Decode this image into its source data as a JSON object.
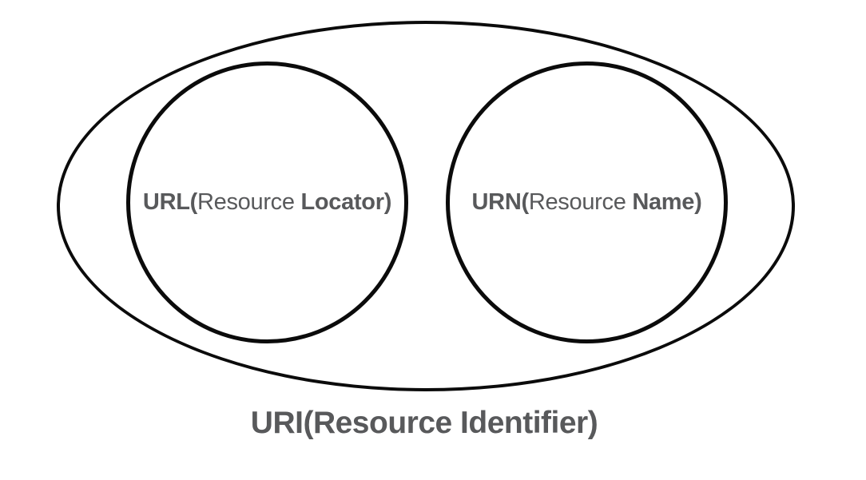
{
  "diagram": {
    "caption": "URI(Resource Identifier)",
    "left_circle": {
      "bold_prefix": "URL(",
      "regular_middle": "Resource ",
      "bold_suffix": "Locator)"
    },
    "right_circle": {
      "bold_prefix": "URN(",
      "regular_middle": "Resource ",
      "bold_suffix": "Name)"
    },
    "colors": {
      "stroke": "#0b0b0b",
      "text": "#58595b",
      "background": "#ffffff"
    }
  }
}
